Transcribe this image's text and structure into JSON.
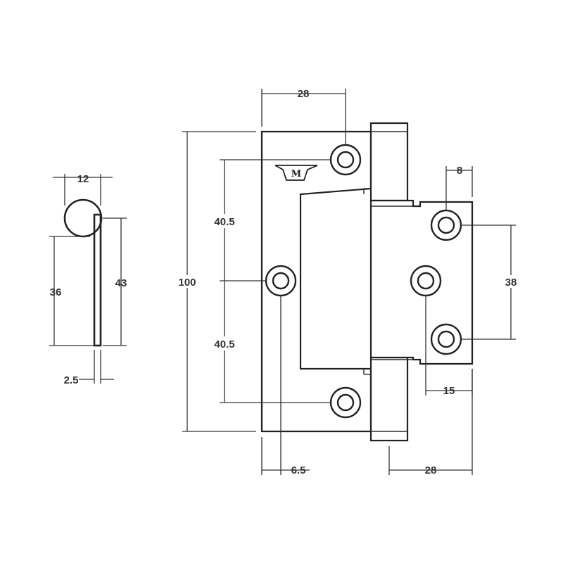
{
  "dimensions": {
    "pin_diameter": "12",
    "pin_offset": "36",
    "pin_total": "43",
    "thickness": "2.5",
    "height": "100",
    "top_hole_offset": "28",
    "hole_spacing_upper": "40.5",
    "hole_spacing_lower": "40.5",
    "edge_offset": "6.5",
    "right_leaf_top": "8",
    "right_hole_spacing": "38",
    "right_hole_offset": "15",
    "right_leaf_width": "28"
  },
  "logo_mark": "M",
  "colors": {
    "line": "#222222",
    "background": "#ffffff"
  }
}
